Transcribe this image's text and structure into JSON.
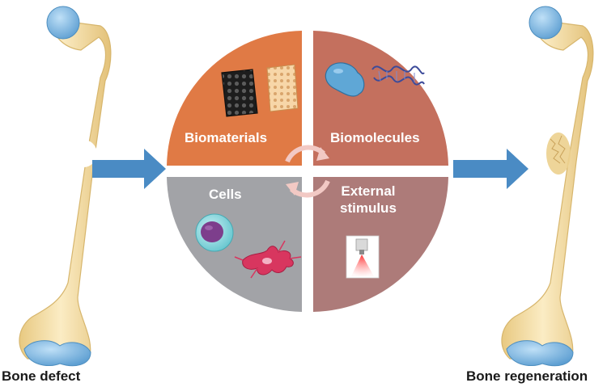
{
  "labels": {
    "left_bone": "Bone defect",
    "right_bone": "Bone regeneration"
  },
  "quadrants": [
    {
      "key": "top-left",
      "label": "Biomaterials",
      "color": "#e07a45"
    },
    {
      "key": "top-right",
      "label": "Biomolecules",
      "color": "#c4705e"
    },
    {
      "key": "bottom-left",
      "label": "Cells",
      "color": "#a2a3a7"
    },
    {
      "key": "bottom-right",
      "label": "External stimulus",
      "label_line1": "External",
      "label_line2": "stimulus",
      "color": "#ad7b79"
    }
  ],
  "colors": {
    "arrow": "#4a8bc4",
    "bone": "#f3deaa",
    "bone_outline": "#d7b66d",
    "bone_head": "#7ab3e0",
    "cycle_arrow": "#f2c9c4"
  },
  "icons": [
    "scaffold-icon",
    "mesh-icon",
    "protein-icon",
    "dna-icon",
    "stem-cell-icon",
    "osteoblast-icon",
    "laser-icon",
    "cycle-arrows-icon",
    "bone-icon"
  ]
}
